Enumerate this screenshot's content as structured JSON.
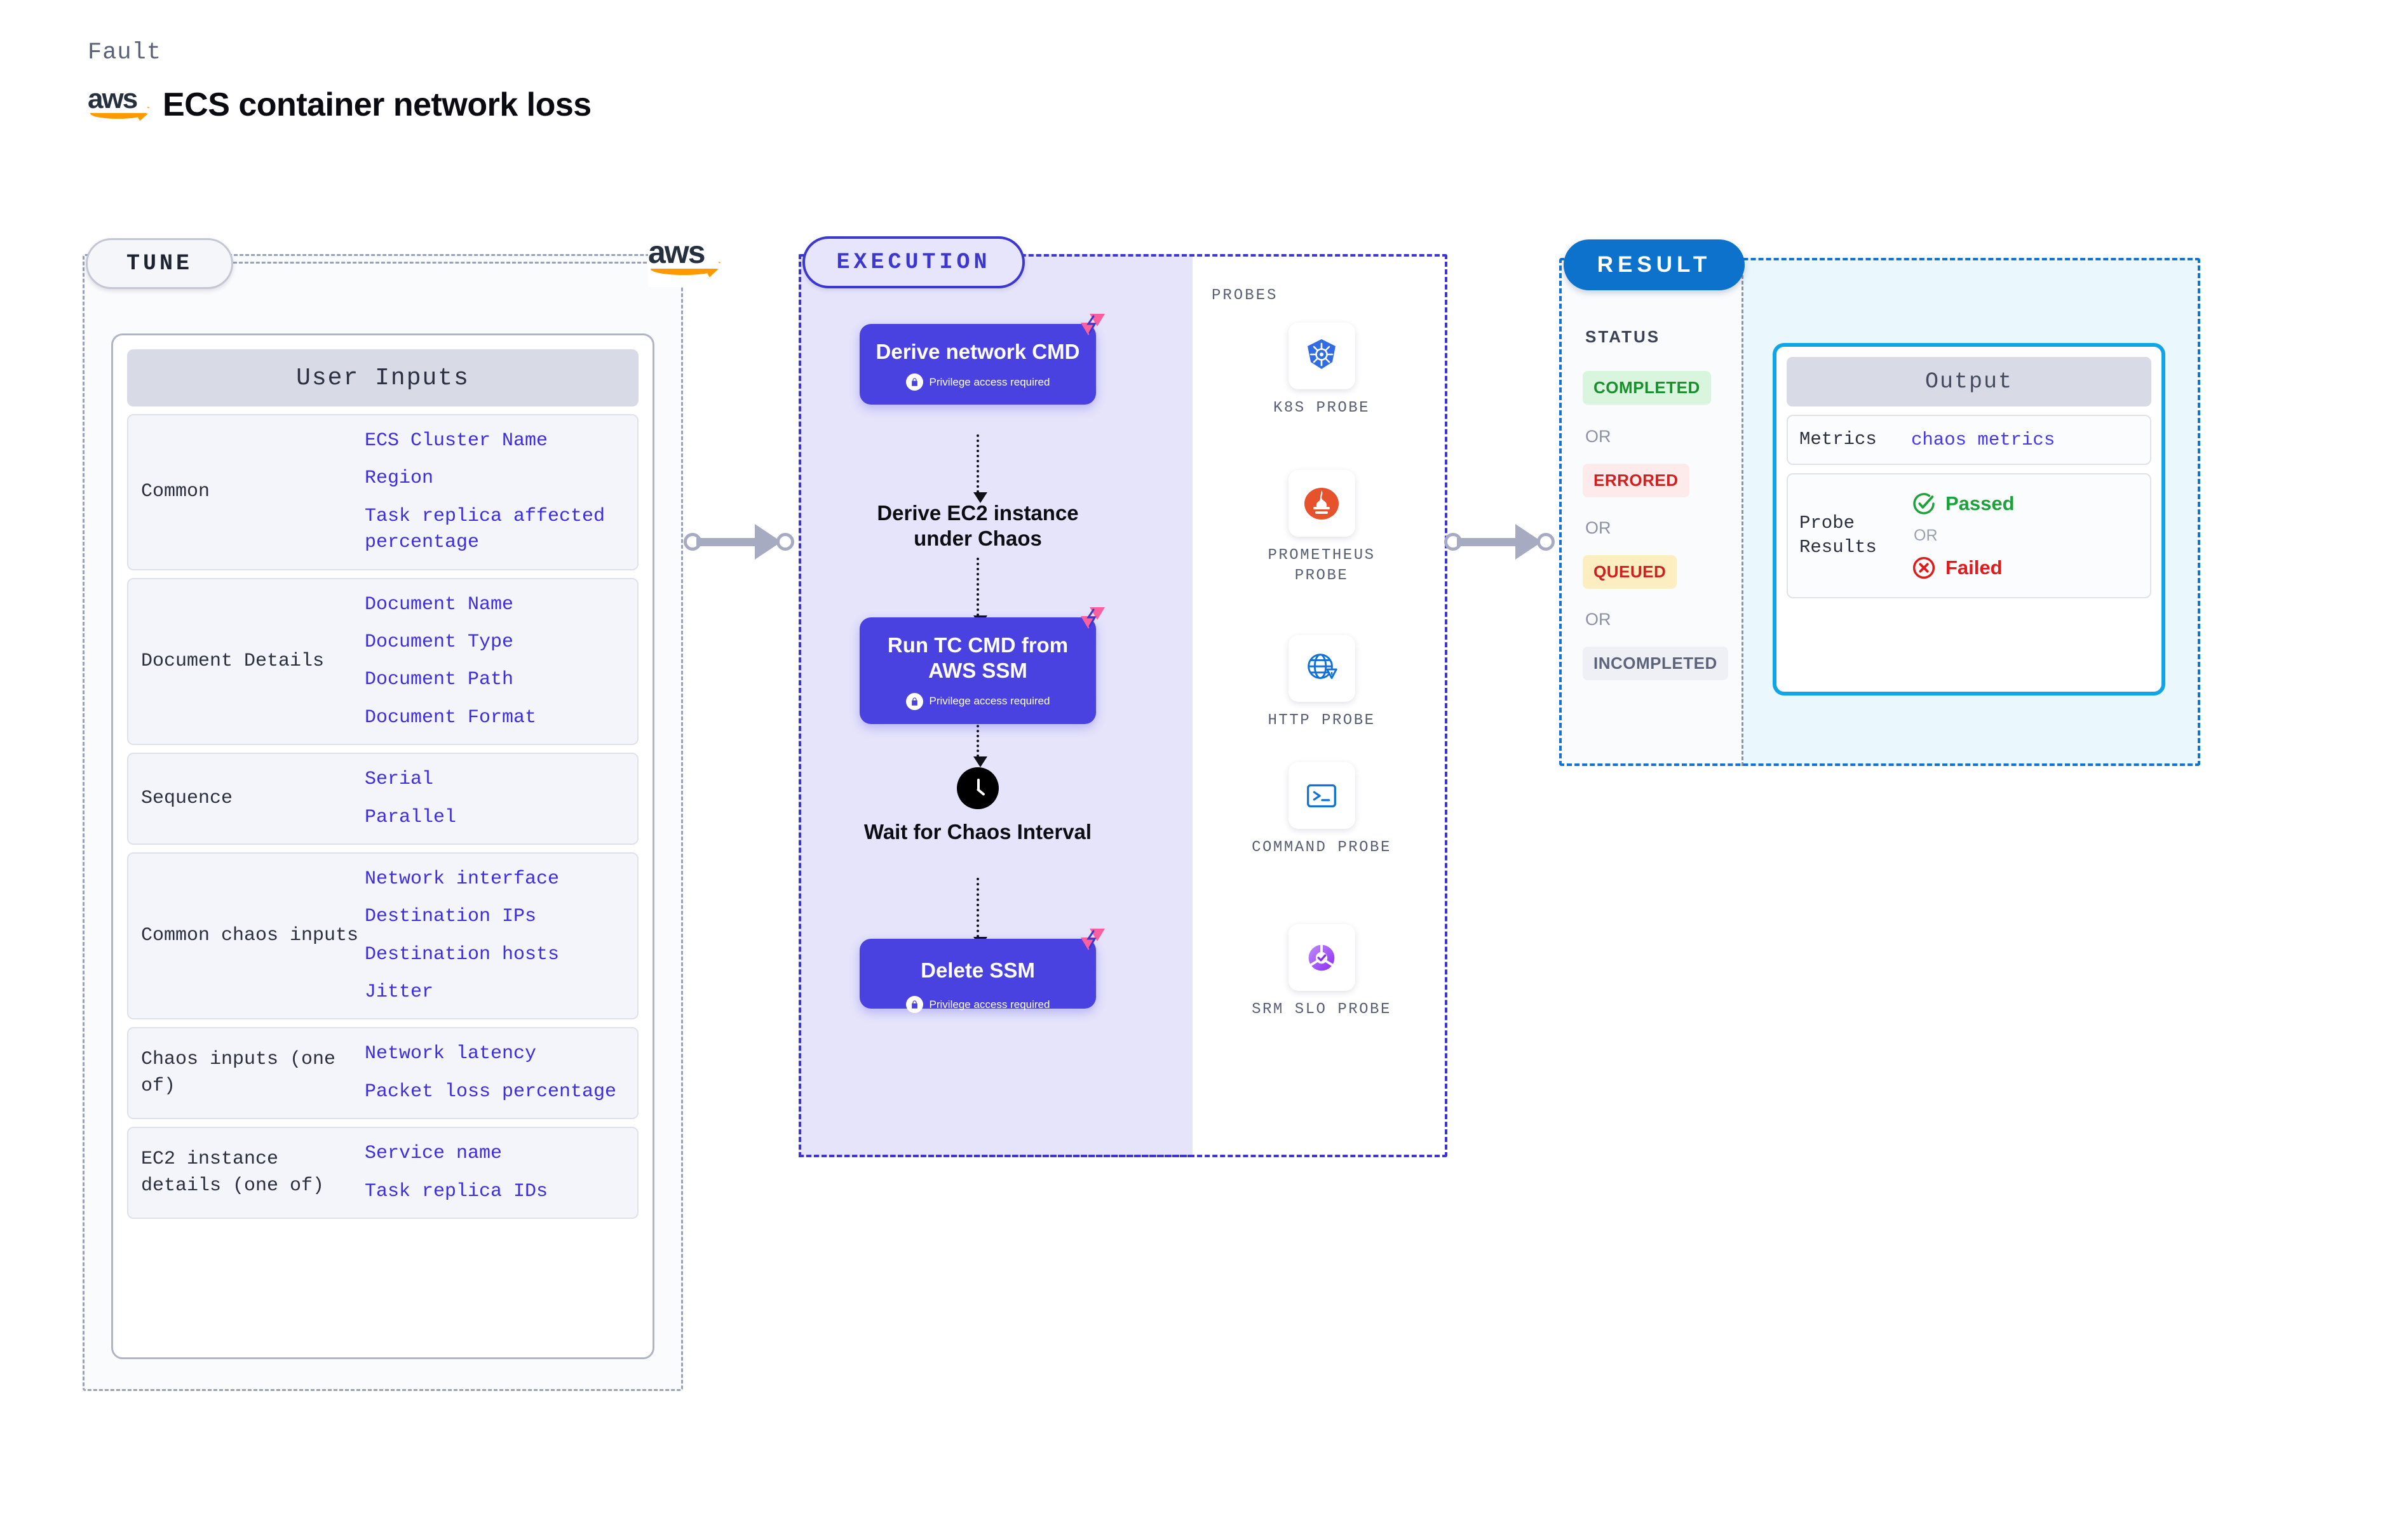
{
  "header": {
    "eyebrow": "Fault",
    "title": "ECS container network loss",
    "brand_logo": "aws-logo"
  },
  "tune": {
    "badge": "TUNE",
    "brand_logo": "aws-logo",
    "card_title": "User Inputs",
    "rows": [
      {
        "label": "Common",
        "values": [
          "ECS Cluster Name",
          "Region",
          "Task replica affected percentage"
        ]
      },
      {
        "label": "Document Details",
        "values": [
          "Document Name",
          "Document Type",
          "Document Path",
          "Document Format"
        ]
      },
      {
        "label": "Sequence",
        "values": [
          "Serial",
          "Parallel"
        ]
      },
      {
        "label": "Common chaos inputs",
        "values": [
          "Network interface",
          "Destination IPs",
          "Destination hosts",
          "Jitter"
        ]
      },
      {
        "label": "Chaos inputs (one of)",
        "values": [
          "Network latency",
          "Packet loss percentage"
        ]
      },
      {
        "label": "EC2 instance details (one of)",
        "values": [
          "Service name",
          "Task replica IDs"
        ]
      }
    ]
  },
  "execution": {
    "badge": "EXECUTION",
    "privilege_text": "Privilege access required",
    "steps": [
      {
        "kind": "node",
        "title": "Derive network CMD",
        "privileged": true
      },
      {
        "kind": "text",
        "title": "Derive EC2 instance under Chaos",
        "privileged": false
      },
      {
        "kind": "node",
        "title": "Run TC CMD from AWS SSM",
        "privileged": true
      },
      {
        "kind": "text",
        "title": "Wait for Chaos Interval",
        "privileged": false,
        "icon": "clock-icon"
      },
      {
        "kind": "node",
        "title": "Delete SSM",
        "privileged": true
      }
    ]
  },
  "probes": {
    "label": "PROBES",
    "items": [
      {
        "name": "K8S PROBE",
        "icon": "kubernetes-icon"
      },
      {
        "name": "PROMETHEUS PROBE",
        "icon": "prometheus-icon"
      },
      {
        "name": "HTTP PROBE",
        "icon": "http-globe-warning-icon"
      },
      {
        "name": "COMMAND PROBE",
        "icon": "terminal-icon"
      },
      {
        "name": "SRM SLO PROBE",
        "icon": "srm-slo-icon"
      }
    ]
  },
  "result": {
    "badge": "RESULT",
    "status_label": "STATUS",
    "or_text": "OR",
    "statuses": [
      {
        "text": "COMPLETED",
        "bg": "#d9f5dd",
        "fg": "#1b8f2e"
      },
      {
        "text": "ERRORED",
        "bg": "#fdeaea",
        "fg": "#cf2020"
      },
      {
        "text": "QUEUED",
        "bg": "#fdeec2",
        "fg": "#cf2020"
      },
      {
        "text": "INCOMPLETED",
        "bg": "#eef0f5",
        "fg": "#5d647a"
      }
    ],
    "output": {
      "title": "Output",
      "rows": [
        {
          "label": "Metrics",
          "value": "chaos metrics"
        }
      ],
      "probe_results_label": "Probe Results",
      "passed": "Passed",
      "failed": "Failed",
      "or_text": "OR"
    }
  },
  "colors": {
    "node_purple": "#4a42e0",
    "exec_dash": "#3b37cf",
    "exec_fill": "#e5e4fb",
    "tune_dash": "#9aa1b4",
    "result_dash": "#1273d2",
    "result_fill": "#eaf7fd",
    "output_border": "#11a5e8",
    "value_blue": "#3c2ee0",
    "aws_orange": "#ff9900",
    "corner_pink": "#fa5f9e",
    "arrow_gray": "#a7abc2"
  }
}
